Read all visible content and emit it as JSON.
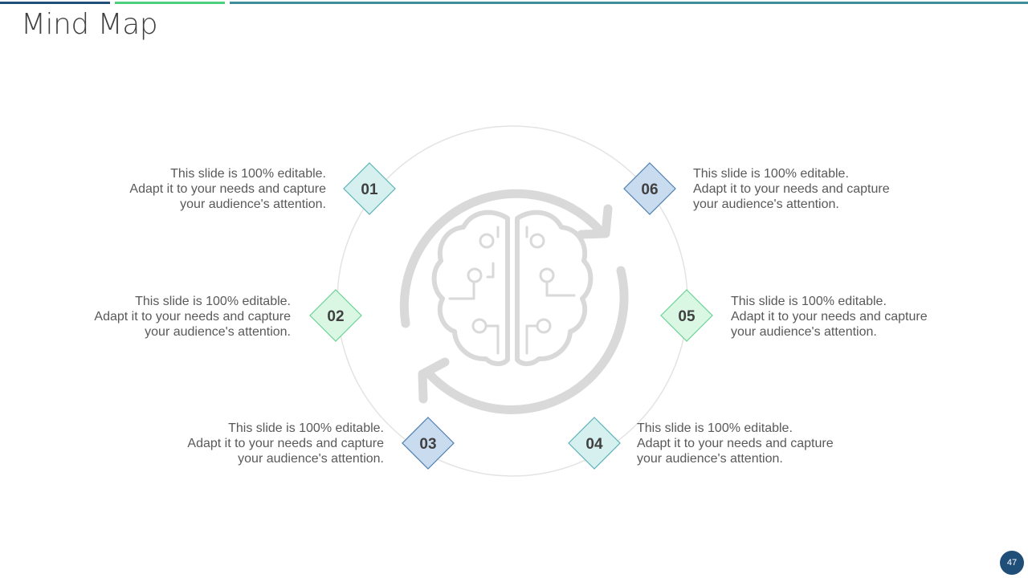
{
  "title": "Mind Map",
  "page_number": "47",
  "colors": {
    "bar_dark": "#1f4e79",
    "bar_green": "#4ccf7e",
    "bar_teal": "#3e8f9a",
    "diamond_teal_fill": "#d6f0f0",
    "diamond_teal_stroke": "#5cb3b8",
    "diamond_blue_fill": "#c9dcef",
    "diamond_blue_stroke": "#4d7fb0",
    "diamond_green_fill": "#d9f7e3",
    "diamond_green_stroke": "#6bd394",
    "icon_gray": "#d9d9d9"
  },
  "center_icon": "brain-cycle-icon",
  "items": [
    {
      "number": "01",
      "line1": "This slide is 100% editable.",
      "line2": "Adapt it to your needs and capture",
      "line3": "your audience's attention."
    },
    {
      "number": "02",
      "line1": "This slide is 100% editable.",
      "line2": "Adapt it to your needs and capture",
      "line3": "your audience's attention."
    },
    {
      "number": "03",
      "line1": "This slide is 100% editable.",
      "line2": "Adapt it to your needs and capture",
      "line3": "your audience's attention."
    },
    {
      "number": "04",
      "line1": "This slide is 100% editable.",
      "line2": "Adapt it to your needs and capture",
      "line3": "your audience's attention."
    },
    {
      "number": "05",
      "line1": "This slide is 100% editable.",
      "line2": "Adapt it to your needs and capture",
      "line3": "your audience's attention."
    },
    {
      "number": "06",
      "line1": "This slide is 100% editable.",
      "line2": "Adapt it to your needs and capture",
      "line3": "your audience's attention."
    }
  ]
}
